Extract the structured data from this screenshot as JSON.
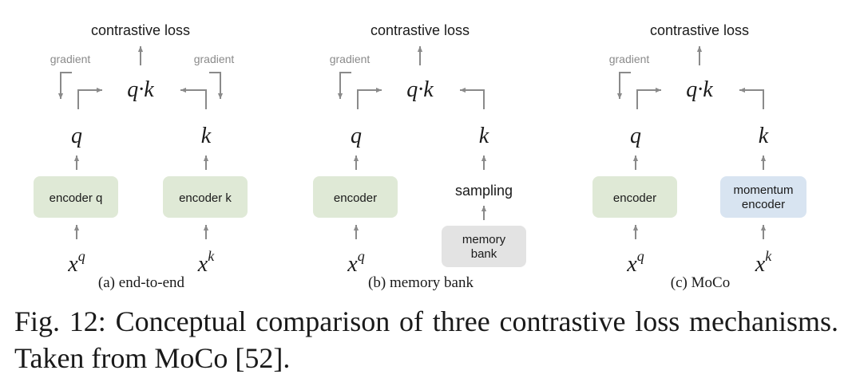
{
  "panels": [
    {
      "top_label": "contrastive loss",
      "score_label": "q·k",
      "query_label": "q",
      "key_label": "k",
      "left_box": "encoder q",
      "right_box": "encoder k",
      "left_input_base": "x",
      "left_input_sup": "q",
      "right_input_base": "x",
      "right_input_sup": "k",
      "gradient_left": "gradient",
      "gradient_right": "gradient",
      "sublabel": "(a) end-to-end"
    },
    {
      "top_label": "contrastive loss",
      "score_label": "q·k",
      "query_label": "q",
      "key_label": "k",
      "left_box": "encoder",
      "sampling_label": "sampling",
      "memory_line1": "memory",
      "memory_line2": "bank",
      "left_input_base": "x",
      "left_input_sup": "q",
      "gradient_left": "gradient",
      "sublabel": "(b) memory bank"
    },
    {
      "top_label": "contrastive loss",
      "score_label": "q·k",
      "query_label": "q",
      "key_label": "k",
      "left_box": "encoder",
      "momentum_line1": "momentum",
      "momentum_line2": "encoder",
      "left_input_base": "x",
      "left_input_sup": "q",
      "right_input_base": "x",
      "right_input_sup": "k",
      "gradient_left": "gradient",
      "sublabel": "(c) MoCo"
    }
  ],
  "caption": {
    "text": "Fig. 12: Conceptual comparison of three contrastive loss mechanisms. Taken from MoCo [52]."
  },
  "colors": {
    "encoder_fill": "#dfe9d6",
    "momentum_fill": "#d8e4f1",
    "memory_fill": "#e3e3e3",
    "arrow": "#8a8a8a"
  }
}
